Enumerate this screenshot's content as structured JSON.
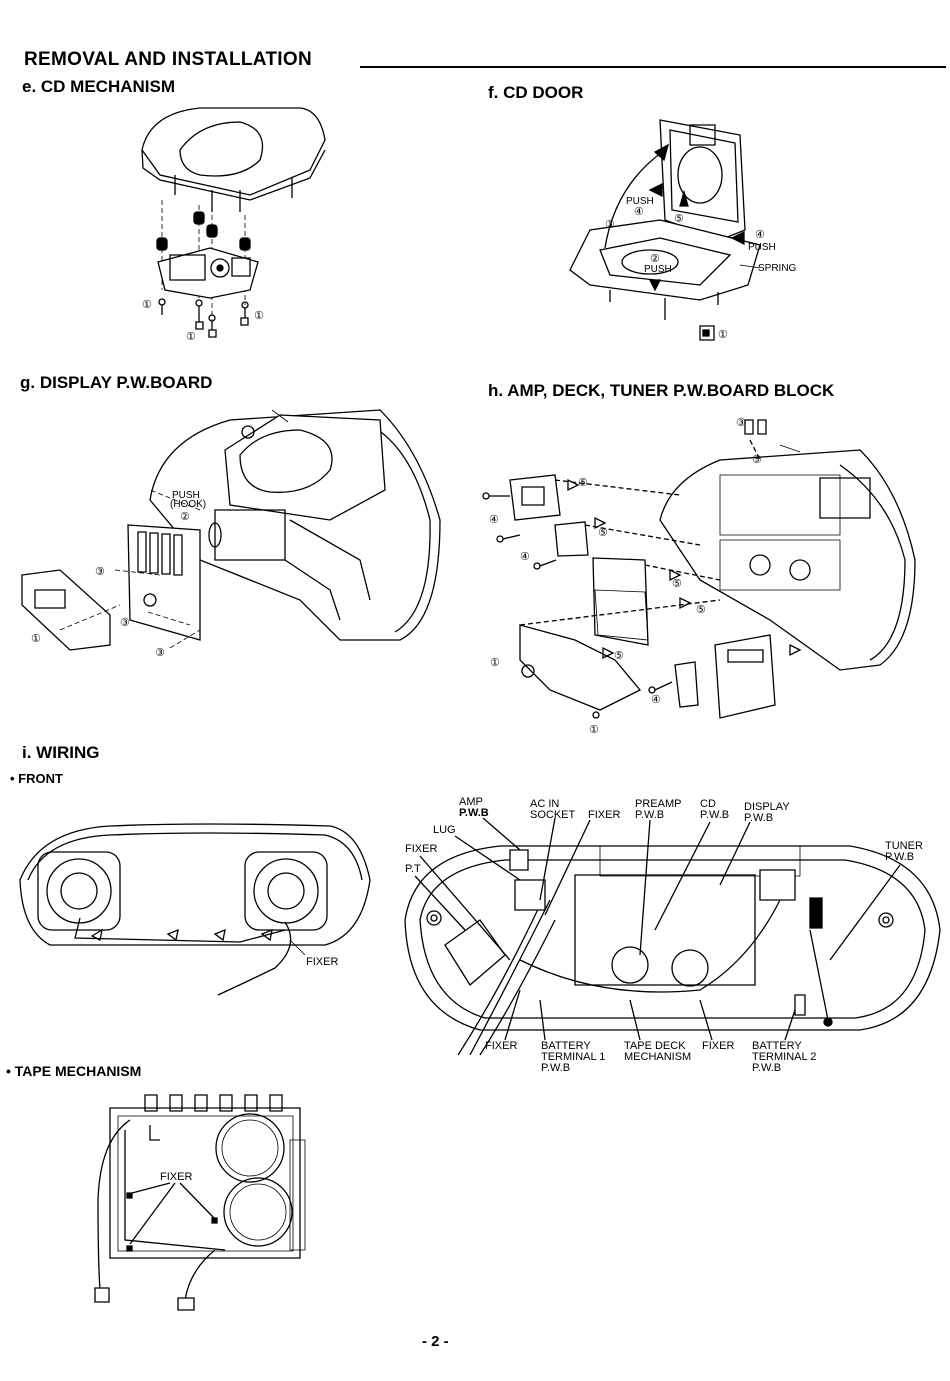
{
  "header": {
    "title": "REMOVAL  AND  INSTALLATION"
  },
  "sections": {
    "e": {
      "title": "e. CD MECHANISM",
      "marks": [
        "①",
        "①",
        "①"
      ]
    },
    "f": {
      "title": "f.  CD  DOOR",
      "labels": [
        "PUSH",
        "④",
        "⑤",
        "③",
        "④",
        "PUSH",
        "②",
        "PUSH",
        "SPRING",
        "①"
      ]
    },
    "g": {
      "title": "g.  DISPLAY  P.W.BOARD",
      "labels": [
        "PUSH",
        "(HOOK)",
        "②",
        "③",
        "③",
        "①",
        "③"
      ]
    },
    "h": {
      "title": "h.  AMP, DECK, TUNER  P.W.BOARD  BLOCK",
      "labels": [
        "③",
        "⑤",
        "⑤",
        "④",
        "⑤",
        "④",
        "⑤",
        "⑤",
        "①",
        "④",
        "⑤",
        "①"
      ]
    },
    "i": {
      "title": "i.  WIRING",
      "front": {
        "title": "FRONT",
        "fixer": "FIXER"
      },
      "rear": {
        "amp": "AMP",
        "amp_pwb": "P.W.B",
        "ac_in": "AC  IN",
        "socket": "SOCKET",
        "fixer_top": "FIXER",
        "preamp": "PREAMP",
        "preamp_pwb": "P.W.B",
        "cd": "CD",
        "cd_pwb": "P.W.B",
        "display": "DISPLAY",
        "display_pwb": "P.W.B",
        "lug": "LUG",
        "fixer_left": "FIXER",
        "pt": "P.T",
        "tuner": "TUNER",
        "tuner_pwb": "P.W.B",
        "fixer_bottom": "FIXER",
        "battery1_a": "BATTERY",
        "battery1_b": "TERMINAL 1",
        "battery1_c": "P.W.B",
        "tape_deck_a": "TAPE DECK",
        "tape_deck_b": "MECHANISM",
        "fixer_bottom2": "FIXER",
        "battery2_a": "BATTERY",
        "battery2_b": "TERMINAL 2",
        "battery2_c": "P.W.B"
      },
      "tape": {
        "title": "TAPE  MECHANISM",
        "fixer": "FIXER"
      }
    }
  },
  "footer": {
    "page": "- 2 -"
  }
}
